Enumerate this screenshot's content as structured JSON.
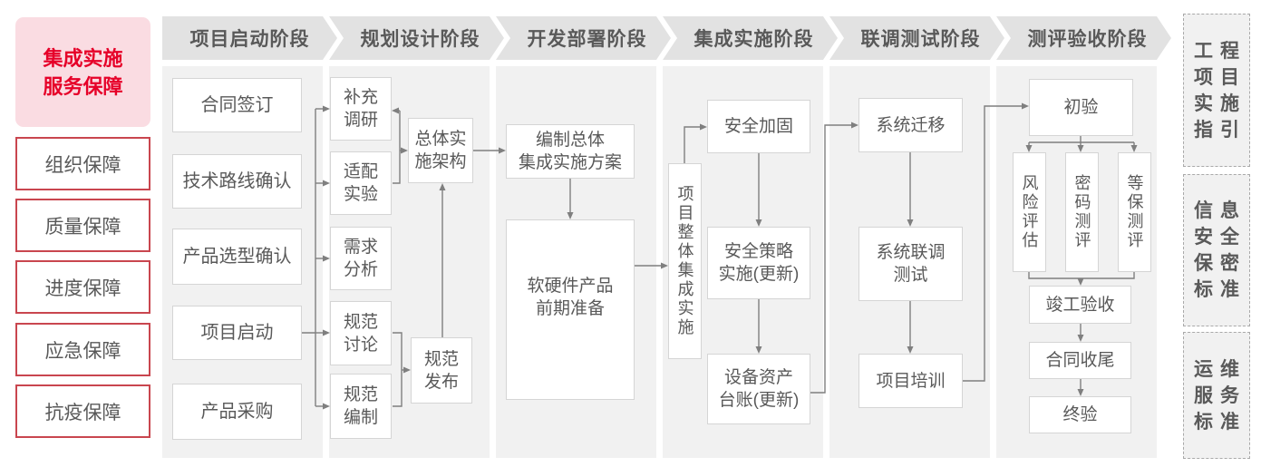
{
  "legend": {
    "title": "集成实施\n服务保障",
    "items": [
      "组织保障",
      "质量保障",
      "进度保障",
      "应急保障",
      "抗疫保障"
    ]
  },
  "phases": [
    {
      "label": "项目启动阶段"
    },
    {
      "label": "规划设计阶段"
    },
    {
      "label": "开发部署阶段"
    },
    {
      "label": "集成实施阶段"
    },
    {
      "label": "联调测试阶段"
    },
    {
      "label": "测评验收阶段"
    }
  ],
  "nodes": {
    "contract_signing": "合同签订",
    "tech_route_confirm": "技术路线确认",
    "product_selection_confirm": "产品选型确认",
    "project_kickoff": "项目启动",
    "product_procurement": "产品采购",
    "supplementary_research": "补充\n调研",
    "adaptation_experiment": "适配\n实验",
    "requirement_analysis": "需求\n分析",
    "spec_discussion": "规范\n讨论",
    "spec_drafting": "规范\n编制",
    "overall_impl_architecture": "总体实\n施架构",
    "spec_release": "规范\n发布",
    "overall_integration_plan": "编制总体\n集成实施方案",
    "hw_sw_preparation": "软硬件产品\n前期准备",
    "overall_project_integration": "项目整体集成实施",
    "security_hardening": "安全加固",
    "security_policy_impl": "安全策略\n实施(更新)",
    "asset_ledger_update": "设备资产\n台账(更新)",
    "system_migration": "系统迁移",
    "system_joint_test": "系统联调\n测试",
    "project_training": "项目培训",
    "initial_acceptance": "初验",
    "risk_assessment": "风险评估",
    "crypto_evaluation": "密码测评",
    "mlps_evaluation": "等保测评",
    "completion_acceptance": "竣工验收",
    "contract_closeout": "合同收尾",
    "final_acceptance": "终验"
  },
  "standards": [
    {
      "label": "工程\n项目\n实施\n指引"
    },
    {
      "label": "信息\n安全\n保密\n标准"
    },
    {
      "label": "运维\n服务\n标准"
    }
  ],
  "colors": {
    "accent_red": "#e60029",
    "red_border": "#c9464f",
    "pink_bg": "#fadce2",
    "header_bg": "#e2e2e2",
    "panel_bg": "#f1f1f1",
    "node_border": "#d5d5d5",
    "connector_gray": "#7f7f7f",
    "text_gray": "#595959"
  }
}
